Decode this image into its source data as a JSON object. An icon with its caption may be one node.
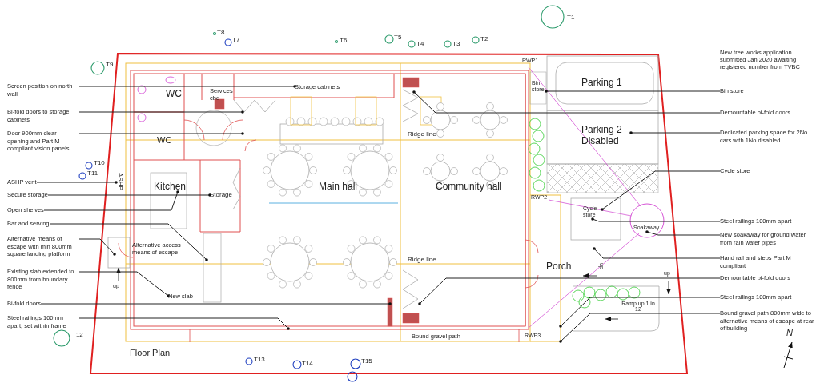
{
  "diagram": {
    "caption": "Floor Plan",
    "nodes": [
      {
        "text": [
          "Screen position on north wall"
        ]
      },
      {
        "text": [
          "Bi-fold doors to storage cabinets"
        ]
      },
      {
        "text": [
          "Door 900mm clear opening and Part M compliant vision panels"
        ]
      },
      {
        "text": [
          "ASHP vent"
        ]
      },
      {
        "text": [
          "Secure storage"
        ]
      },
      {
        "text": [
          "Open shelves"
        ]
      },
      {
        "text": [
          "Bar and serving"
        ]
      },
      {
        "text": [
          "Alternative means of escape with min 800mm square landing platform"
        ]
      },
      {
        "text": [
          "Existing slab extended to 800mm from boundary fence"
        ]
      },
      {
        "text": [
          "Bi-fold doors"
        ]
      },
      {
        "text": [
          "Steel railings 100mm apart, set within frame"
        ]
      },
      {
        "text": [
          "Bin store"
        ]
      },
      {
        "text": [
          "Demountable bi-fold doors"
        ]
      },
      {
        "text": [
          "Dedicated parking space for 2No cars with 1No disabled"
        ]
      },
      {
        "text": [
          "Cycle store"
        ]
      },
      {
        "text": [
          "Steel railings 100mm apart"
        ]
      },
      {
        "text": [
          "New soakaway for ground water from rain water pipes"
        ]
      },
      {
        "text": [
          "Hand rail and steps Part M compliant"
        ]
      },
      {
        "text": [
          "Demountable bi-fold doors"
        ]
      },
      {
        "text": [
          "Steel railings 100mm apart"
        ]
      },
      {
        "text": [
          "Bound gravel path 800mm wide to alternative means of escape at rear of building"
        ]
      },
      {
        "text": [
          "Storage cabinets"
        ]
      },
      {
        "text": [
          "Storage"
        ]
      },
      {
        "text": [
          "New slab"
        ]
      },
      {
        "text": [
          "Bin store"
        ]
      },
      {
        "text": [
          "Parking 2 Disabled"
        ]
      },
      {
        "text": [
          "Cycle store"
        ]
      },
      {
        "text": [
          "Soakaway"
        ]
      },
      {
        "text": [
          "ASHP"
        ]
      },
      {
        "text": [
          "Kitchen"
        ]
      }
    ],
    "edges": [
      {
        "from": 0,
        "to": 21,
        "arrow": "other"
      },
      {
        "from": 1,
        "to": null,
        "arrow": "other"
      },
      {
        "from": 2,
        "to": null,
        "arrow": "other"
      },
      {
        "from": 3,
        "to": 28,
        "arrow": "other"
      },
      {
        "from": 4,
        "to": 22,
        "arrow": "other"
      },
      {
        "from": 5,
        "to": 29,
        "arrow": "other"
      },
      {
        "from": 6,
        "to": null,
        "arrow": "other"
      },
      {
        "from": 7,
        "to": null,
        "arrow": "other"
      },
      {
        "from": 8,
        "to": 23,
        "arrow": "other"
      },
      {
        "from": 9,
        "to": null,
        "arrow": "other"
      },
      {
        "from": 10,
        "to": null,
        "arrow": "other"
      },
      {
        "from": 11,
        "to": 24,
        "arrow": "other"
      },
      {
        "from": 12,
        "to": null,
        "arrow": "other"
      },
      {
        "from": 13,
        "to": 25,
        "arrow": "other"
      },
      {
        "from": 14,
        "to": 26,
        "arrow": "other"
      },
      {
        "from": 15,
        "to": 26,
        "arrow": "other"
      },
      {
        "from": 16,
        "to": 27,
        "arrow": "other"
      },
      {
        "from": 17,
        "to": null,
        "arrow": "other"
      },
      {
        "from": 18,
        "to": null,
        "arrow": "other"
      },
      {
        "from": 19,
        "to": null,
        "arrow": "other"
      },
      {
        "from": 20,
        "to": null,
        "arrow": "other"
      }
    ],
    "labels": [
      "T8",
      "T7",
      "T6",
      "T5",
      "T4",
      "T3",
      "T2",
      "T1",
      "New tree works application submitted Jan 2020 awaiting registered number from TVBC",
      "T9",
      "RWP1",
      "Parking 1",
      "WC",
      "Services cbd",
      "WC",
      "Ridge line",
      "T10",
      "T11",
      "Main hall",
      "Community hall",
      "RWP2",
      "Alternative access means of escape",
      "Ridge line",
      "Porch",
      "up",
      "up",
      "up",
      "Ramp up 1 in 12",
      "N",
      "T12",
      "Bound gravel path",
      "RWP3",
      "T13",
      "T14",
      "T15"
    ]
  }
}
